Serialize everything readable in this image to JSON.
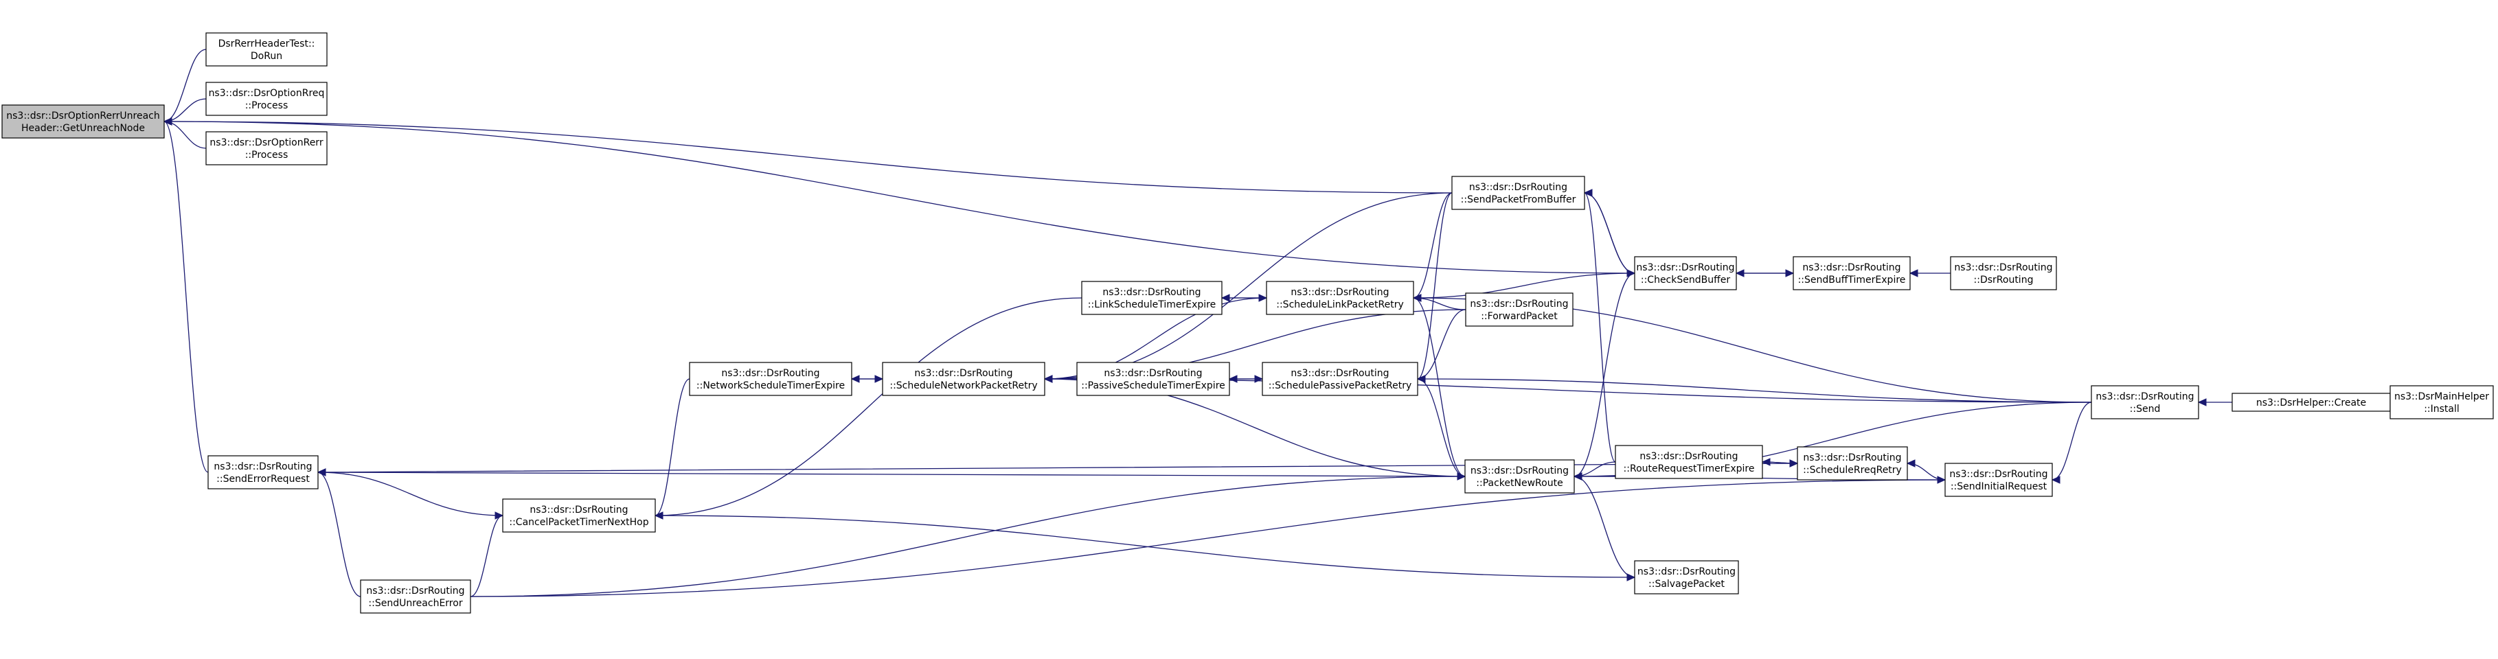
{
  "graph": {
    "nodes": [
      {
        "id": "root",
        "lines": [
          "ns3::dsr::DsrOptionRerrUnreach",
          "Header::GetUnreachNode"
        ],
        "root": true
      },
      {
        "id": "rerrtest",
        "lines": [
          "DsrRerrHeaderTest::",
          "DoRun"
        ]
      },
      {
        "id": "rreqproc",
        "lines": [
          "ns3::dsr::DsrOptionRreq",
          "::Process"
        ]
      },
      {
        "id": "rerrproc",
        "lines": [
          "ns3::dsr::DsrOptionRerr",
          "::Process"
        ]
      },
      {
        "id": "senderr",
        "lines": [
          "ns3::dsr::DsrRouting",
          "::SendErrorRequest"
        ]
      },
      {
        "id": "sendunreach",
        "lines": [
          "ns3::dsr::DsrRouting",
          "::SendUnreachError"
        ]
      },
      {
        "id": "cancel",
        "lines": [
          "ns3::dsr::DsrRouting",
          "::CancelPacketTimerNextHop"
        ]
      },
      {
        "id": "netexpire",
        "lines": [
          "ns3::dsr::DsrRouting",
          "::NetworkScheduleTimerExpire"
        ]
      },
      {
        "id": "schednet",
        "lines": [
          "ns3::dsr::DsrRouting",
          "::ScheduleNetworkPacketRetry"
        ]
      },
      {
        "id": "linkexpire",
        "lines": [
          "ns3::dsr::DsrRouting",
          "::LinkScheduleTimerExpire"
        ]
      },
      {
        "id": "passexpire",
        "lines": [
          "ns3::dsr::DsrRouting",
          "::PassiveScheduleTimerExpire"
        ]
      },
      {
        "id": "schedlink",
        "lines": [
          "ns3::dsr::DsrRouting",
          "::ScheduleLinkPacketRetry"
        ]
      },
      {
        "id": "schedpass",
        "lines": [
          "ns3::dsr::DsrRouting",
          "::SchedulePassivePacketRetry"
        ]
      },
      {
        "id": "sendbuf",
        "lines": [
          "ns3::dsr::DsrRouting",
          "::SendPacketFromBuffer"
        ]
      },
      {
        "id": "forward",
        "lines": [
          "ns3::dsr::DsrRouting",
          "::ForwardPacket"
        ]
      },
      {
        "id": "newroute",
        "lines": [
          "ns3::dsr::DsrRouting",
          "::PacketNewRoute"
        ]
      },
      {
        "id": "checkbuf",
        "lines": [
          "ns3::dsr::DsrRouting",
          "::CheckSendBuffer"
        ]
      },
      {
        "id": "salvage",
        "lines": [
          "ns3::dsr::DsrRouting",
          "::SalvagePacket"
        ]
      },
      {
        "id": "rreqtimer",
        "lines": [
          "ns3::dsr::DsrRouting",
          "::RouteRequestTimerExpire"
        ]
      },
      {
        "id": "buftimer",
        "lines": [
          "ns3::dsr::DsrRouting",
          "::SendBuffTimerExpire"
        ]
      },
      {
        "id": "rreqretry",
        "lines": [
          "ns3::dsr::DsrRouting",
          "::ScheduleRreqRetry"
        ]
      },
      {
        "id": "ctor",
        "lines": [
          "ns3::dsr::DsrRouting",
          "::DsrRouting"
        ]
      },
      {
        "id": "initreq",
        "lines": [
          "ns3::dsr::DsrRouting",
          "::SendInitialRequest"
        ]
      },
      {
        "id": "send",
        "lines": [
          "ns3::dsr::DsrRouting",
          "::Send"
        ]
      },
      {
        "id": "create",
        "lines": [
          "ns3::DsrHelper::Create"
        ]
      },
      {
        "id": "install",
        "lines": [
          "ns3::DsrMainHelper",
          "::Install"
        ]
      }
    ],
    "edges": [
      [
        "rerrtest",
        "root"
      ],
      [
        "rreqproc",
        "root"
      ],
      [
        "rerrproc",
        "root"
      ],
      [
        "senderr",
        "root"
      ],
      [
        "sendbuf",
        "root"
      ],
      [
        "checkbuf",
        "root"
      ],
      [
        "sendunreach",
        "senderr"
      ],
      [
        "cancel",
        "senderr"
      ],
      [
        "newroute",
        "senderr"
      ],
      [
        "sendunreach",
        "cancel"
      ],
      [
        "netexpire",
        "cancel"
      ],
      [
        "linkexpire",
        "cancel"
      ],
      [
        "schednet",
        "netexpire"
      ],
      [
        "netexpire",
        "schednet"
      ],
      [
        "sendbuf",
        "schednet"
      ],
      [
        "schedlink",
        "schednet"
      ],
      [
        "forward",
        "schednet"
      ],
      [
        "newroute",
        "schednet"
      ],
      [
        "send",
        "schednet"
      ],
      [
        "schedlink",
        "linkexpire"
      ],
      [
        "linkexpire",
        "schedlink"
      ],
      [
        "schedpass",
        "passexpire"
      ],
      [
        "passexpire",
        "schedpass"
      ],
      [
        "sendbuf",
        "schedlink"
      ],
      [
        "forward",
        "schedlink"
      ],
      [
        "checkbuf",
        "schedlink"
      ],
      [
        "send",
        "schedlink"
      ],
      [
        "sendbuf",
        "schedpass"
      ],
      [
        "forward",
        "schedpass"
      ],
      [
        "newroute",
        "schedpass"
      ],
      [
        "send",
        "schedpass"
      ],
      [
        "checkbuf",
        "sendbuf"
      ],
      [
        "rreqtimer",
        "sendbuf"
      ],
      [
        "schedlink",
        "newroute"
      ],
      [
        "sendunreach",
        "newroute"
      ],
      [
        "salvage",
        "newroute"
      ],
      [
        "rreqtimer",
        "newroute"
      ],
      [
        "initreq",
        "newroute"
      ],
      [
        "send",
        "newroute"
      ],
      [
        "sendbuf",
        "checkbuf"
      ],
      [
        "newroute",
        "checkbuf"
      ],
      [
        "buftimer",
        "checkbuf"
      ],
      [
        "checkbuf",
        "buftimer"
      ],
      [
        "ctor",
        "buftimer"
      ],
      [
        "cancel",
        "salvage"
      ],
      [
        "rreqretry",
        "rreqtimer"
      ],
      [
        "rreqtimer",
        "rreqretry"
      ],
      [
        "initreq",
        "rreqretry"
      ],
      [
        "senderr",
        "rreqretry"
      ],
      [
        "send",
        "initreq"
      ],
      [
        "sendunreach",
        "initreq"
      ],
      [
        "create",
        "send"
      ],
      [
        "install",
        "create"
      ]
    ]
  }
}
